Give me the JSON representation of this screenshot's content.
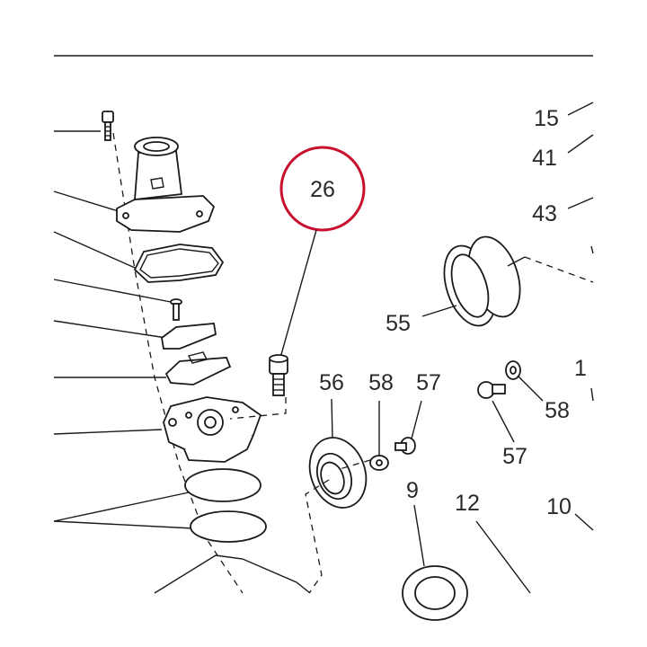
{
  "highlight_color": "#c8102e",
  "highlighted_part": "26",
  "labels": {
    "p26": "26",
    "p15": "15",
    "p41": "41",
    "p43": "43",
    "p55": "55",
    "p56": "56",
    "p58a": "58",
    "p57a": "57",
    "p58b": "58",
    "p57b": "57",
    "p9": "9",
    "p12": "12",
    "p10": "10",
    "p1x": "1"
  }
}
